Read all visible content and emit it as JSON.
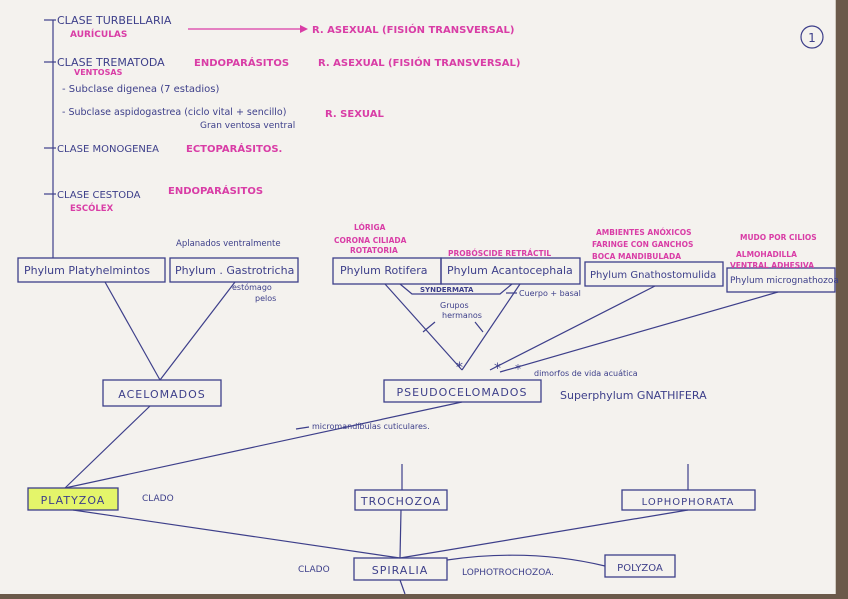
{
  "page_number": "1",
  "classes": [
    {
      "name": "CLASE TURBELLARIA",
      "note": "AURÍCULAS",
      "result": "R. ASEXUAL (FISIÓN TRANSVERSAL)"
    },
    {
      "name": "CLASE TREMATODA",
      "note": "VENTOSAS",
      "tag": "ENDOPARÁSITOS",
      "result": "R. ASEXUAL (FISIÓN TRANSVERSAL)"
    },
    {
      "name": "CLASE MONOGENEA",
      "tag": "ECTOPARÁSITOS."
    },
    {
      "name": "CLASE CESTODA",
      "tag": "ENDOPARÁSITOS",
      "note": "ESCÓLEX"
    }
  ],
  "subclasses": [
    {
      "text": "- Subclase digenea (7 estadios)"
    },
    {
      "text": "- Subclase aspidogastrea (ciclo vital + sencillo)",
      "detail": "Gran ventosa ventral",
      "result": "R. SEXUAL"
    }
  ],
  "phyla": {
    "platyhelminthes": "Phylum Platyhelmintos",
    "gastrotricha": "Phylum . Gastrotricha",
    "gastrotricha_top": "Aplanados ventralmente",
    "gastrotricha_note1": "estómago",
    "gastrotricha_note2": "pelos",
    "rotifera": "Phylum Rotifera",
    "rotifera_note1": "LÓRIGA",
    "rotifera_note2": "CORONA CILIADA",
    "rotifera_note3": "ROTATORIA",
    "acanthocephala": "Phylum Acantocephala",
    "acanthocephala_note": "PROBÓSCIDE RETRÁCTIL",
    "gnathostomulida": "Phylum Gnathostomulida",
    "gnathostomulida_note1": "AMBIENTES ANÓXICOS",
    "gnathostomulida_note2": "FARINGE CON GANCHOS",
    "gnathostomulida_note3": "BOCA MANDIBULADA",
    "micrognathozoa": "Phylum micrognathozoa",
    "micrognathozoa_note1": "MUDO POR CILIOS",
    "micrognathozoa_note2": "ALMOHADILLA",
    "micrognathozoa_note3": "VENTRAL ADHESIVA"
  },
  "syndermata": "SYNDERMATA",
  "grupos_hermanos": [
    "Grupos",
    "hermanos"
  ],
  "cuerpo_basal": "Cuerpo + basal",
  "dimorfos": "dimorfos de vida acuática",
  "acelomados": "ACELOMADOS",
  "pseudocelomados": "PSEUDOCELOMADOS",
  "superphylum": "Superphylum GNATHIFERA",
  "micromandibulas": "micromandíbulas cuticulares.",
  "platyzoa": "PLATYZOA",
  "clado1": "CLADO",
  "trochozoa": "TROCHOZOA",
  "lophophorata": "LOPHOPHORATA",
  "clado2": "CLADO",
  "spiralia": "SPIRALIA",
  "lophotrochozoa": "LOPHOTROCHOZOA.",
  "polyzoa": "POLYZOA",
  "colors": {
    "ink": "#3d3f8a",
    "highlight_pink": "#d93da6",
    "highlight_green": "#e4f56a",
    "paper": "#f4f2ee"
  }
}
